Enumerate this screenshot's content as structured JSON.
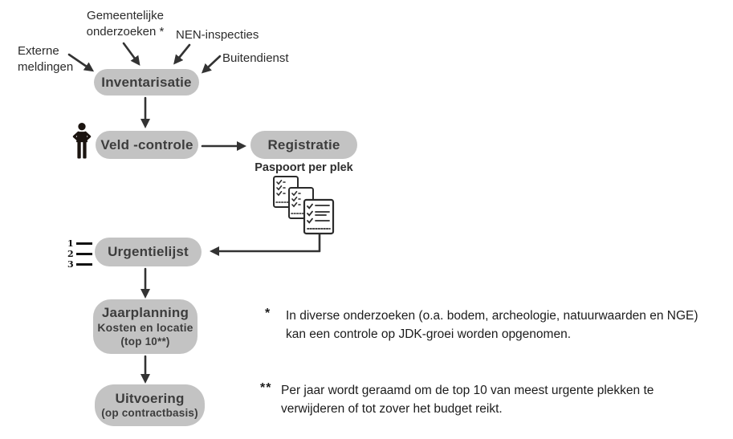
{
  "diagram": {
    "title_hint": "JDK (Japanse duizendknoop) beheersproces stroomschema",
    "colors": {
      "pill": "#c3c3c3",
      "pill_text": "#3d3d3d",
      "arrow": "#333333",
      "label_text": "#2b2b2b",
      "note_text": "#1c1c1c",
      "page_background": "#ffffff"
    },
    "inputs": {
      "gemeentelijke": "Gemeentelijke\nonderzoeken *",
      "nen": "NEN-inspecties",
      "externe": "Externe\nmeldingen",
      "buitendienst": "Buitendienst"
    },
    "nodes": {
      "inventarisatie": "Inventarisatie",
      "veldcontrole": "Veld -controle",
      "registratie": "Registratie",
      "paspoort_caption": "Paspoort per plek",
      "urgentielijst": "Urgentielijst",
      "jaarplanning": {
        "title": "Jaarplanning",
        "line2": "Kosten en locatie",
        "line3": "(top 10**)"
      },
      "uitvoering": {
        "title": "Uitvoering",
        "line2": "(op contractbasis)"
      }
    },
    "list_icon_numbers": [
      "1",
      "2",
      "3"
    ],
    "notes": [
      {
        "marker": "*",
        "text": "In diverse onderzoeken (o.a. bodem, archeologie, natuurwaarden en NGE)\nkan een controle op JDK-groei worden opgenomen."
      },
      {
        "marker": "**",
        "text": "Per jaar wordt geraamd om de top 10 van meest urgente plekken te\nverwijderen of tot zover het budget reikt."
      }
    ]
  }
}
